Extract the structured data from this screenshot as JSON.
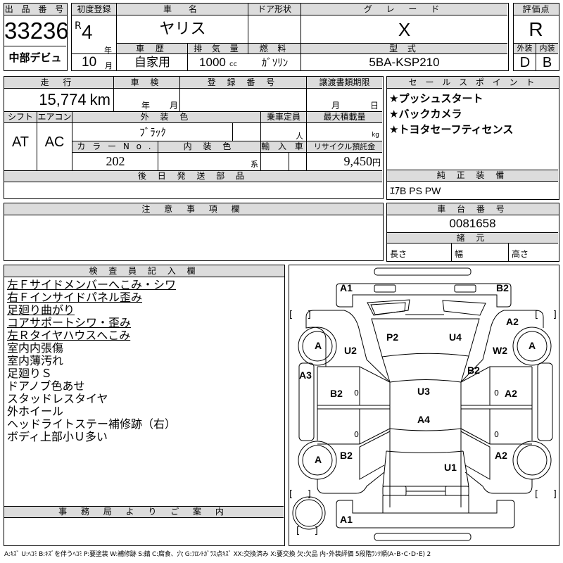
{
  "lot": {
    "header": "出 品 番 号",
    "number": "33236",
    "venue": "中部デビュ"
  },
  "registration": {
    "header": "初度登録",
    "era": "R",
    "year": "4",
    "year_unit": "年",
    "month": "10",
    "month_unit": "月"
  },
  "car_name": {
    "header": "車　名",
    "value": "ヤリス"
  },
  "door_type": {
    "header": "ドア形状",
    "value": ""
  },
  "grade": {
    "header": "グ レ ー ド",
    "value": "X"
  },
  "history": {
    "header": "車 歴",
    "value": "自家用"
  },
  "displacement": {
    "header": "排 気 量",
    "value": "1000",
    "unit": "cc"
  },
  "fuel": {
    "header": "燃 料",
    "value": "ｶﾞｿﾘﾝ"
  },
  "model_code": {
    "header": "型 式",
    "value": "5BA-KSP210"
  },
  "rating": {
    "header": "評価点",
    "overall": "R",
    "exterior_label": "外装",
    "interior_label": "内装",
    "exterior": "D",
    "interior": "B"
  },
  "mileage": {
    "header": "走 行",
    "value": "15,774",
    "unit": "km"
  },
  "inspection": {
    "header": "車 検",
    "year_unit": "年",
    "month_unit": "月"
  },
  "reg_number": {
    "header": "登 録 番 号",
    "value": ""
  },
  "transfer_deadline": {
    "header": "譲渡書類期限",
    "month_unit": "月",
    "day_unit": "日"
  },
  "shift": {
    "header": "シフト",
    "value": "AT"
  },
  "aircon": {
    "header": "エアコン",
    "value": "AC"
  },
  "exterior_color": {
    "header": "外 装 色",
    "value": "ﾌﾞﾗｯｸ"
  },
  "capacity": {
    "header": "乗車定員",
    "unit": "人"
  },
  "max_load": {
    "header": "最大積載量",
    "unit": "kg"
  },
  "color_no": {
    "header": "カ ラ ー N o .",
    "value": "202"
  },
  "interior_color": {
    "header": "内 装 色",
    "unit": "系"
  },
  "import": {
    "header": "輸 入 車"
  },
  "recycle_fee": {
    "header": "リサイクル預託金",
    "value": "9,450",
    "unit": "円"
  },
  "later_parts": {
    "header": "後 日 発 送 部 品",
    "value": ""
  },
  "sales_points": {
    "header": "セ ー ル ス ポ イ ン ト",
    "items": [
      "★プッシュスタート",
      "★バックカメラ",
      "★トヨタセーフティセンス"
    ]
  },
  "equipment": {
    "header": "純 正 装 備",
    "value": "ｴｱB PS PW"
  },
  "chassis": {
    "header": "車 台 番 号",
    "value": "0081658"
  },
  "specs": {
    "header": "諸 元",
    "length": "長さ",
    "width": "幅",
    "height": "高さ"
  },
  "cautions": {
    "header": "注 意 事 項 欄",
    "value": ""
  },
  "inspector_notes": {
    "header": "検 査 員 記 入 欄",
    "underlined": [
      "左Ｆサイドメンバーへこみ・シワ",
      "右Ｆインサイドパネル歪み",
      "足廻り曲がり",
      "コアサポートシワ・歪み",
      "左Ｒタイヤハウスへこみ"
    ],
    "plain": [
      "室内内張傷",
      "室内薄汚れ",
      "足廻りＳ",
      "ドアノブ色あせ",
      "スタッドレスタイヤ",
      "外ホイール",
      "ヘッドライトステー補修跡（右）",
      "ボディ上部小Ｕ多い"
    ]
  },
  "office_notice": {
    "header": "事 務 局 よ り ご 案 内",
    "value": ""
  },
  "diagram": {
    "labels": {
      "front_left_bumper": "A1",
      "front_right_bumper": "B2",
      "hood_left": "P2",
      "hood_right": "U4",
      "left_front_fender": "U2",
      "right_front_fender_upper": "A2",
      "right_front_fender": "W2",
      "right_a_pillar": "B2",
      "left_rocker": "A3",
      "left_front_door": "B2",
      "right_front_door": "A2",
      "roof_front": "U3",
      "roof_rear": "A4",
      "left_rear_quarter": "B2",
      "right_rear_quarter": "A2",
      "trunk": "U1",
      "rear_bumper": "A1",
      "front_left_wheel": "A",
      "front_right_wheel": "A",
      "rear_left_wheel": "A",
      "door_marks": [
        "0",
        "0",
        "0",
        "0"
      ]
    }
  },
  "legend": "A:ｷｽﾞ U:ﾍｺﾐ B:ｷｽﾞを伴うﾍｺﾐ P:要塗装 W:補修跡 S:錆 C:腐食、穴 G:ﾌﾛﾝﾄｶﾞﾗｽ点ｷｽﾞ XX:交換済み X:要交換 欠:欠品 内･外装評価 5段階ﾗﾝｸ順(A･B･C･D･E) 2"
}
